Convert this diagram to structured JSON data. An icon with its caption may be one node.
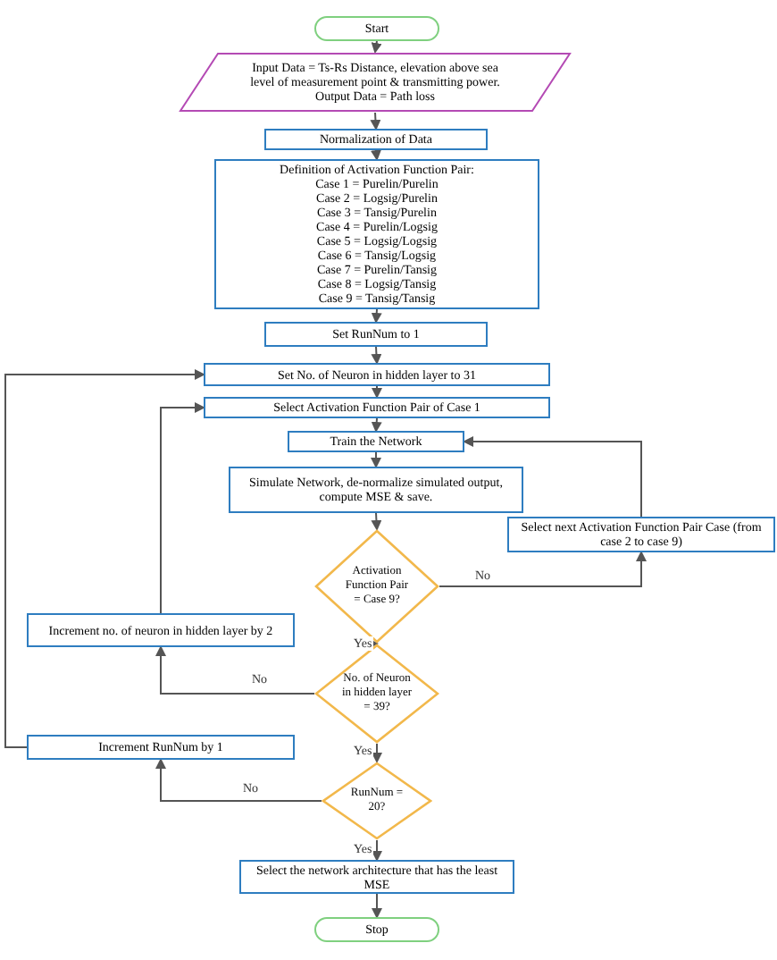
{
  "diagram": {
    "nodes": [
      {
        "text": [
          "Start"
        ]
      },
      {
        "text": [
          "Input Data = Ts-Rs Distance, elevation above sea level of measurement point & transmitting power.",
          "Output Data = Path loss"
        ]
      },
      {
        "text": [
          "Normalization of Data"
        ]
      },
      {
        "text": [
          "Definition of Activation Function Pair:",
          "Case 1 = Purelin/Purelin",
          "Case 2 = Logsig/Purelin",
          "Case 3 = Tansig/Purelin",
          "Case 4 = Purelin/Logsig",
          "Case 5 = Logsig/Logsig",
          "Case 6 = Tansig/Logsig",
          "Case 7 = Purelin/Tansig",
          "Case 8 = Logsig/Tansig",
          "Case 9 = Tansig/Tansig"
        ]
      },
      {
        "text": [
          "Set RunNum to 1"
        ]
      },
      {
        "text": [
          "Set No. of Neuron in hidden layer to 31"
        ]
      },
      {
        "text": [
          "Select Activation Function Pair of Case 1"
        ]
      },
      {
        "text": [
          "Train the Network"
        ]
      },
      {
        "text": [
          "Simulate Network, de-normalize simulated output, compute MSE & save."
        ]
      },
      {
        "text": [
          "Activation Function Pair = Case 9?"
        ]
      },
      {
        "text": [
          "Select next Activation Function Pair Case (from case 2 to case 9)"
        ]
      },
      {
        "text": [
          "Increment no. of neuron in hidden layer by 2"
        ]
      },
      {
        "text": [
          "No. of Neuron in hidden layer = 39?"
        ]
      },
      {
        "text": [
          "Increment RunNum by 1"
        ]
      },
      {
        "text": [
          "RunNum = 20?"
        ]
      },
      {
        "text": [
          "Select the network architecture that has the least MSE"
        ]
      },
      {
        "text": [
          "Stop"
        ]
      }
    ],
    "edges": [
      {
        "from": 0,
        "to": 1,
        "arrow": "to"
      },
      {
        "from": 1,
        "to": 2,
        "arrow": "to"
      },
      {
        "from": 2,
        "to": 3,
        "arrow": "to"
      },
      {
        "from": 3,
        "to": 4,
        "arrow": "to"
      },
      {
        "from": 4,
        "to": 5,
        "arrow": "to"
      },
      {
        "from": 5,
        "to": 6,
        "arrow": "to"
      },
      {
        "from": 6,
        "to": 7,
        "arrow": "to"
      },
      {
        "from": 7,
        "to": 8,
        "arrow": "to"
      },
      {
        "from": 8,
        "to": 9,
        "arrow": "to"
      },
      {
        "from": 9,
        "to": 10,
        "arrow": "to",
        "label": "No"
      },
      {
        "from": 10,
        "to": 7,
        "arrow": "to"
      },
      {
        "from": 9,
        "to": 12,
        "arrow": "to",
        "label": "Yes"
      },
      {
        "from": 12,
        "to": 11,
        "arrow": "to",
        "label": "No"
      },
      {
        "from": 11,
        "to": 6,
        "arrow": "to"
      },
      {
        "from": 12,
        "to": 14,
        "arrow": "to",
        "label": "Yes"
      },
      {
        "from": 14,
        "to": 13,
        "arrow": "to",
        "label": "No"
      },
      {
        "from": 13,
        "to": 5,
        "arrow": "to"
      },
      {
        "from": 14,
        "to": 15,
        "arrow": "to",
        "label": "Yes"
      },
      {
        "from": 15,
        "to": 16,
        "arrow": "to"
      }
    ]
  }
}
